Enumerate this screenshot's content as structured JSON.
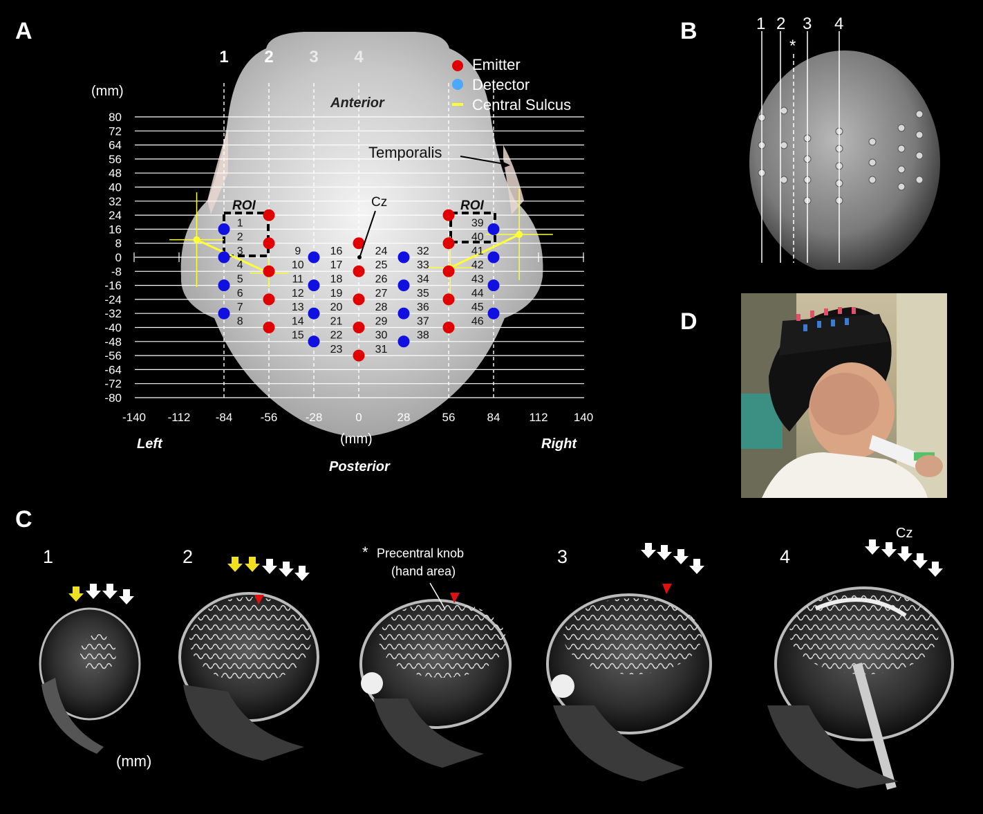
{
  "panels": {
    "a": "A",
    "b": "B",
    "c": "C",
    "d": "D"
  },
  "panel_a": {
    "y_unit": "(mm)",
    "x_unit": "(mm)",
    "y_ticks": [
      "80",
      "72",
      "64",
      "56",
      "48",
      "40",
      "32",
      "24",
      "16",
      "8",
      "0",
      "-8",
      "-16",
      "-24",
      "-32",
      "-40",
      "-48",
      "-56",
      "-64",
      "-72",
      "-80"
    ],
    "x_ticks": [
      "-140",
      "-112",
      "-84",
      "-56",
      "-28",
      "0",
      "28",
      "56",
      "84",
      "112",
      "140"
    ],
    "column_labels": [
      "1",
      "2",
      "3",
      "4"
    ],
    "anterior": "Anterior",
    "posterior": "Posterior",
    "left": "Left",
    "right": "Right",
    "temporalis": "Temporalis",
    "cz": "Cz",
    "roi": "ROI",
    "legend": {
      "emitter": "Emitter",
      "detector": "Detector",
      "central_sulcus": "Central Sulcus"
    },
    "colors": {
      "emitter": "#e00000",
      "detector": "#1010e0",
      "sulcus": "#ffff33"
    },
    "channels": [
      "1",
      "2",
      "3",
      "4",
      "5",
      "6",
      "7",
      "8",
      "9",
      "10",
      "11",
      "12",
      "13",
      "14",
      "15",
      "16",
      "17",
      "18",
      "19",
      "20",
      "21",
      "22",
      "23",
      "24",
      "25",
      "26",
      "27",
      "28",
      "29",
      "30",
      "31",
      "32",
      "33",
      "34",
      "35",
      "36",
      "37",
      "38",
      "39",
      "40",
      "41",
      "42",
      "43",
      "44",
      "45",
      "46"
    ]
  },
  "panel_b": {
    "lines": [
      "1",
      "2",
      "3",
      "4"
    ],
    "star": "*"
  },
  "panel_c": {
    "slices": [
      "1",
      "2",
      "3",
      "4"
    ],
    "precentral": "Precentral knob",
    "hand_area": "(hand area)",
    "star": "*",
    "cz": "Cz",
    "mm": "(mm)"
  }
}
